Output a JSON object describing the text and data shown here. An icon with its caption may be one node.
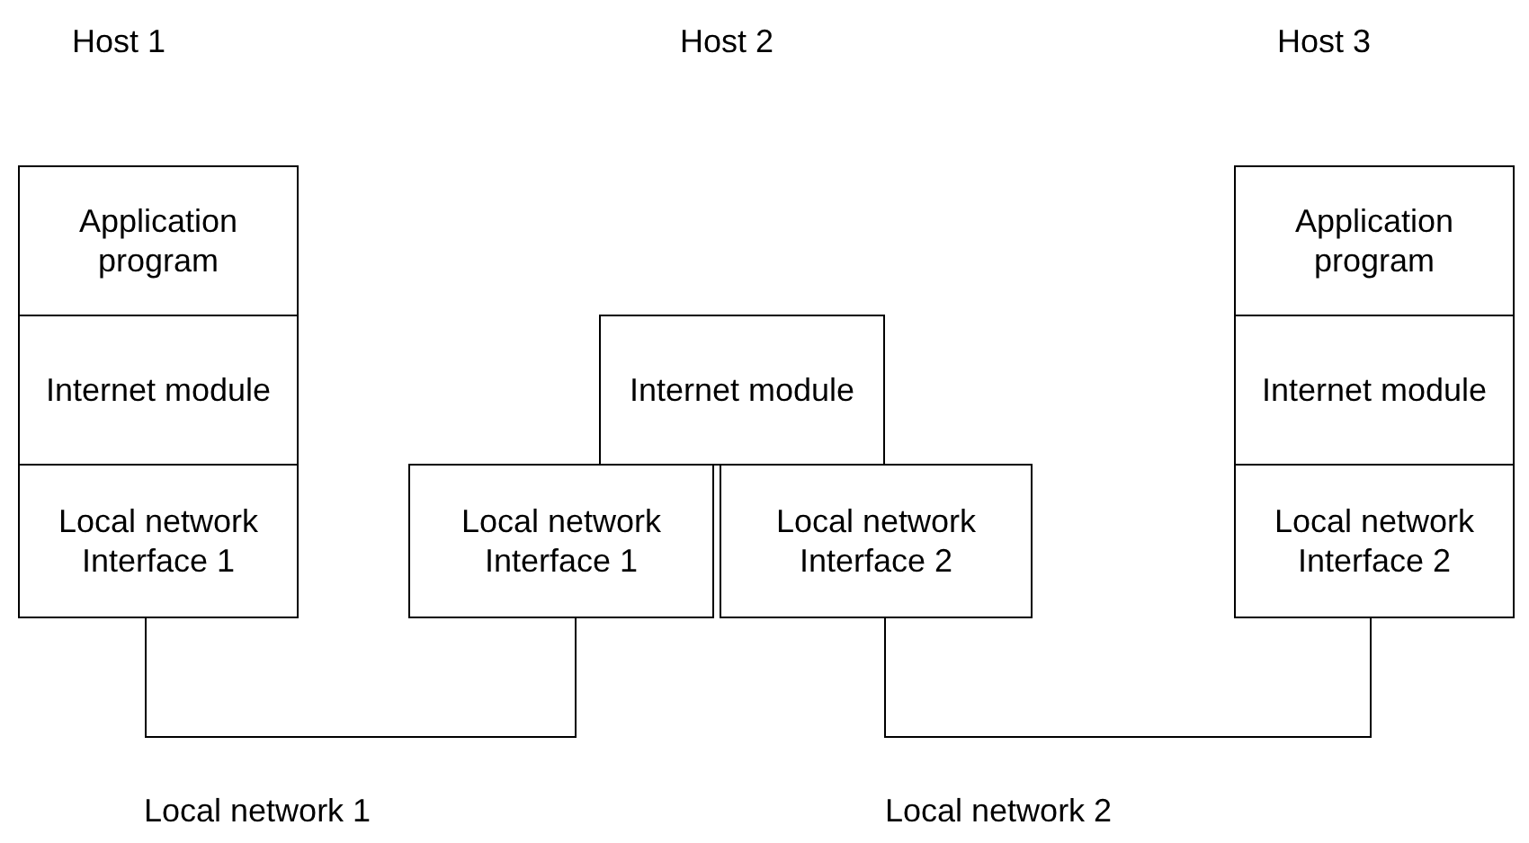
{
  "diagram": {
    "nodes": [
      {
        "text": [
          "Application program"
        ]
      },
      {
        "text": [
          "Internet module"
        ]
      },
      {
        "text": [
          "Local network Interface 1"
        ]
      },
      {
        "text": [
          "Internet module"
        ]
      },
      {
        "text": [
          "Local network Interface 1"
        ]
      },
      {
        "text": [
          "Local network Interface 2"
        ]
      },
      {
        "text": [
          "Application program"
        ]
      },
      {
        "text": [
          "Internet module"
        ]
      },
      {
        "text": [
          "Local network Interface 2"
        ]
      }
    ],
    "edges": [
      {
        "from": 2,
        "to": 4,
        "arrow": "none",
        "label": "Local network 1"
      },
      {
        "from": 5,
        "to": 8,
        "arrow": "none",
        "label": "Local network 2"
      }
    ],
    "labels": [
      "Host 1",
      "Host 2",
      "Host 3"
    ]
  }
}
